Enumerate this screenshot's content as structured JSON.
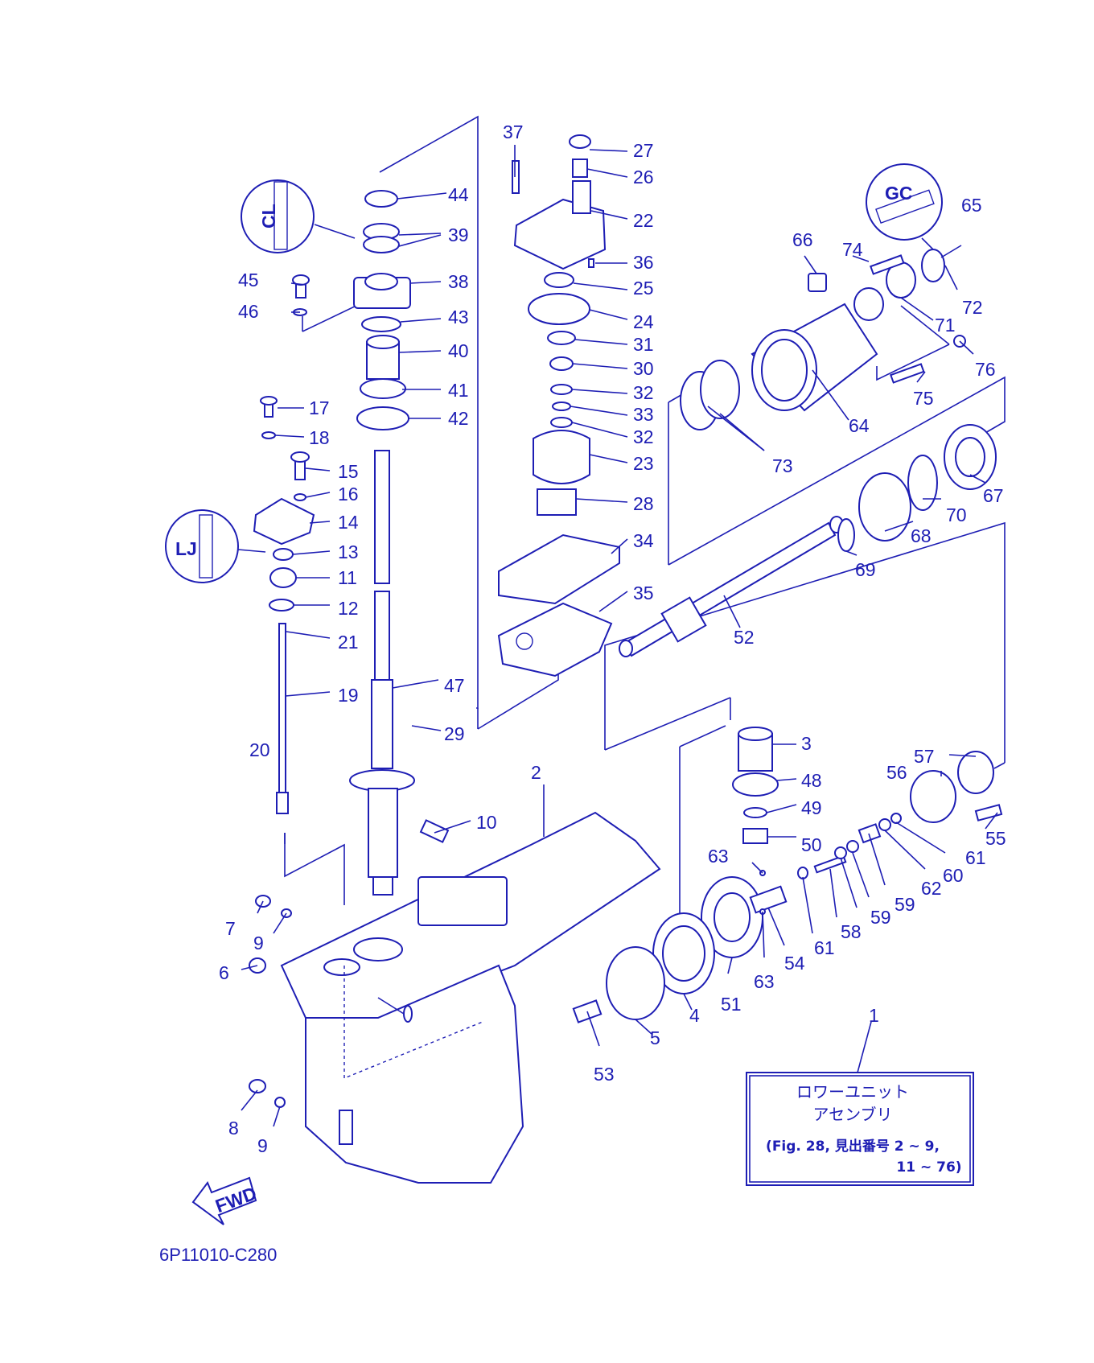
{
  "diagram": {
    "callouts": [
      {
        "id": "1",
        "text": "1"
      },
      {
        "id": "2",
        "text": "2"
      },
      {
        "id": "3",
        "text": "3"
      },
      {
        "id": "4",
        "text": "4"
      },
      {
        "id": "5",
        "text": "5"
      },
      {
        "id": "6",
        "text": "6"
      },
      {
        "id": "7",
        "text": "7"
      },
      {
        "id": "8",
        "text": "8"
      },
      {
        "id": "9a",
        "text": "9"
      },
      {
        "id": "9b",
        "text": "9"
      },
      {
        "id": "10",
        "text": "10"
      },
      {
        "id": "11",
        "text": "11"
      },
      {
        "id": "12",
        "text": "12"
      },
      {
        "id": "13",
        "text": "13"
      },
      {
        "id": "14",
        "text": "14"
      },
      {
        "id": "15",
        "text": "15"
      },
      {
        "id": "16",
        "text": "16"
      },
      {
        "id": "17",
        "text": "17"
      },
      {
        "id": "18",
        "text": "18"
      },
      {
        "id": "19",
        "text": "19"
      },
      {
        "id": "20",
        "text": "20"
      },
      {
        "id": "21",
        "text": "21"
      },
      {
        "id": "22",
        "text": "22"
      },
      {
        "id": "23",
        "text": "23"
      },
      {
        "id": "24",
        "text": "24"
      },
      {
        "id": "25",
        "text": "25"
      },
      {
        "id": "26",
        "text": "26"
      },
      {
        "id": "27",
        "text": "27"
      },
      {
        "id": "28",
        "text": "28"
      },
      {
        "id": "29",
        "text": "29"
      },
      {
        "id": "30",
        "text": "30"
      },
      {
        "id": "31",
        "text": "31"
      },
      {
        "id": "32a",
        "text": "32"
      },
      {
        "id": "32b",
        "text": "32"
      },
      {
        "id": "33",
        "text": "33"
      },
      {
        "id": "34",
        "text": "34"
      },
      {
        "id": "35",
        "text": "35"
      },
      {
        "id": "36",
        "text": "36"
      },
      {
        "id": "37",
        "text": "37"
      },
      {
        "id": "38",
        "text": "38"
      },
      {
        "id": "39",
        "text": "39"
      },
      {
        "id": "40",
        "text": "40"
      },
      {
        "id": "41",
        "text": "41"
      },
      {
        "id": "42",
        "text": "42"
      },
      {
        "id": "43",
        "text": "43"
      },
      {
        "id": "44",
        "text": "44"
      },
      {
        "id": "45",
        "text": "45"
      },
      {
        "id": "46",
        "text": "46"
      },
      {
        "id": "47",
        "text": "47"
      },
      {
        "id": "48",
        "text": "48"
      },
      {
        "id": "49",
        "text": "49"
      },
      {
        "id": "50",
        "text": "50"
      },
      {
        "id": "51",
        "text": "51"
      },
      {
        "id": "52",
        "text": "52"
      },
      {
        "id": "53",
        "text": "53"
      },
      {
        "id": "54",
        "text": "54"
      },
      {
        "id": "55",
        "text": "55"
      },
      {
        "id": "56",
        "text": "56"
      },
      {
        "id": "57",
        "text": "57"
      },
      {
        "id": "58",
        "text": "58"
      },
      {
        "id": "59a",
        "text": "59"
      },
      {
        "id": "59b",
        "text": "59"
      },
      {
        "id": "60",
        "text": "60"
      },
      {
        "id": "61a",
        "text": "61"
      },
      {
        "id": "61b",
        "text": "61"
      },
      {
        "id": "62",
        "text": "62"
      },
      {
        "id": "63a",
        "text": "63"
      },
      {
        "id": "63b",
        "text": "63"
      },
      {
        "id": "64",
        "text": "64"
      },
      {
        "id": "65",
        "text": "65"
      },
      {
        "id": "66",
        "text": "66"
      },
      {
        "id": "67",
        "text": "67"
      },
      {
        "id": "68",
        "text": "68"
      },
      {
        "id": "69",
        "text": "69"
      },
      {
        "id": "70",
        "text": "70"
      },
      {
        "id": "71",
        "text": "71"
      },
      {
        "id": "72",
        "text": "72"
      },
      {
        "id": "73",
        "text": "73"
      },
      {
        "id": "74",
        "text": "74"
      },
      {
        "id": "75",
        "text": "75"
      },
      {
        "id": "76",
        "text": "76"
      }
    ],
    "assembly_box": {
      "line1": "ロワーユニット",
      "line2": "アセンブリ",
      "line3": "(Fig. 28, 見出番号 2 ~ 9,",
      "line4": "11 ~ 76)"
    },
    "forward_arrow_label": "FWD",
    "diagram_code": "6P11010-C280",
    "colors": {
      "ink": "#1e1eb4",
      "background": "#ffffff"
    }
  }
}
